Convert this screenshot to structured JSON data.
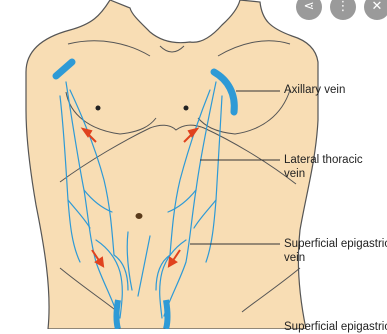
{
  "labels": {
    "axillary": "Axillary vein",
    "lateral_line1": "Lateral thoracic",
    "lateral_line2": "vein",
    "superficial_line1": "Superficial epigastric",
    "superficial_line2": "vein",
    "bottom_cut": "Superficial epigastric"
  },
  "colors": {
    "skin": "#f8ddb4",
    "outline": "#555555",
    "vein": "#2e9ad6",
    "arrow": "#e0421e",
    "leader": "#333333"
  },
  "overlay_controls": [
    {
      "icon": "share-icon",
      "glyph": "⋖"
    },
    {
      "icon": "more-icon",
      "glyph": "⋮"
    },
    {
      "icon": "close-icon",
      "glyph": "✕"
    }
  ]
}
